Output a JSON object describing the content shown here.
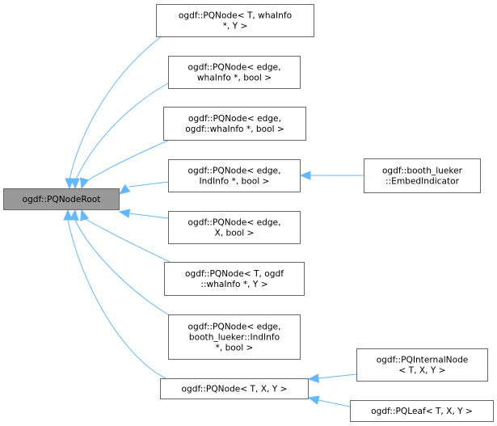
{
  "diagram": {
    "title": "Inheritance graph for ogdf::PQNodeRoot",
    "edge_color": "#63b8ff",
    "root_fill": "#999999",
    "nodes": [
      {
        "id": "root",
        "lines": [
          "ogdf::PQNodeRoot"
        ],
        "highlight": true
      },
      {
        "id": "n1",
        "lines": [
          "ogdf::PQNode< T, whaInfo",
          "*, Y >"
        ]
      },
      {
        "id": "n2",
        "lines": [
          "ogdf::PQNode< edge,",
          "whaInfo *, bool >"
        ]
      },
      {
        "id": "n3",
        "lines": [
          "ogdf::PQNode< edge,",
          "ogdf::whaInfo *, bool >"
        ]
      },
      {
        "id": "n4",
        "lines": [
          "ogdf::PQNode< edge,",
          "IndInfo *, bool >"
        ]
      },
      {
        "id": "n5",
        "lines": [
          "ogdf::PQNode< edge,",
          "X, bool >"
        ]
      },
      {
        "id": "n6",
        "lines": [
          "ogdf::PQNode< T, ogdf",
          "::whaInfo *, Y >"
        ]
      },
      {
        "id": "n7",
        "lines": [
          "ogdf::PQNode< edge,",
          "booth_lueker::IndInfo",
          "*, bool >"
        ]
      },
      {
        "id": "n8",
        "lines": [
          "ogdf::PQNode< T, X, Y >"
        ]
      },
      {
        "id": "n9",
        "lines": [
          "ogdf::booth_lueker",
          "::EmbedIndicator"
        ]
      },
      {
        "id": "n10",
        "lines": [
          "ogdf::PQInternalNode",
          "< T, X, Y >"
        ]
      },
      {
        "id": "n11",
        "lines": [
          "ogdf::PQLeaf< T, X, Y >"
        ]
      }
    ],
    "edges": [
      {
        "from": "n1",
        "to": "root"
      },
      {
        "from": "n2",
        "to": "root"
      },
      {
        "from": "n3",
        "to": "root"
      },
      {
        "from": "n4",
        "to": "root"
      },
      {
        "from": "n5",
        "to": "root"
      },
      {
        "from": "n6",
        "to": "root"
      },
      {
        "from": "n7",
        "to": "root"
      },
      {
        "from": "n8",
        "to": "root"
      },
      {
        "from": "n9",
        "to": "n4"
      },
      {
        "from": "n10",
        "to": "n8"
      },
      {
        "from": "n11",
        "to": "n8"
      }
    ]
  }
}
